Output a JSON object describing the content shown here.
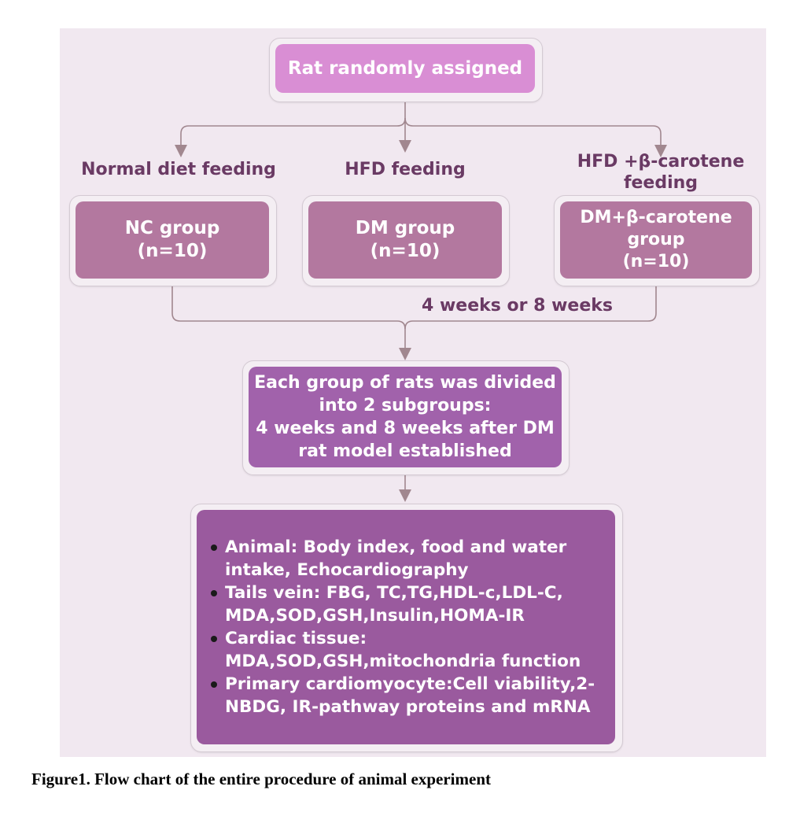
{
  "diagram": {
    "top": {
      "text": "Rat randomly assigned"
    },
    "branches": [
      {
        "label": [
          "Normal diet feeding"
        ],
        "group": [
          "NC group",
          "(n=10)"
        ]
      },
      {
        "label": [
          "HFD feeding"
        ],
        "group": [
          "DM group",
          "(n=10)"
        ]
      },
      {
        "label": [
          "HFD +β-carotene",
          "feeding"
        ],
        "group": [
          "DM+β-carotene",
          "group",
          "(n=10)"
        ]
      }
    ],
    "merge_label": "4 weeks or 8 weeks",
    "subgroup": [
      "Each group of rats was divided",
      "into 2 subgroups:",
      "4 weeks and 8 weeks after DM",
      "rat model established"
    ],
    "outcomes": [
      [
        "Animal: Body index, food and water",
        "intake, Echocardiography"
      ],
      [
        "Tails vein: FBG, TC,TG,HDL-c,LDL-C,",
        "MDA,SOD,GSH,Insulin,HOMA-IR"
      ],
      [
        "Cardiac tissue:",
        "MDA,SOD,GSH,mitochondria function"
      ],
      [
        "Primary cardiomyocyte:Cell viability,2-",
        "NBDG, IR-pathway proteins and mRNA"
      ]
    ],
    "colors": {
      "top": "#d98ed4",
      "group": "#b3789f",
      "subgroup": "#a162ab",
      "outcome": "#9a5a9e",
      "connector": "#a1878f",
      "label": "#6a3a64"
    }
  },
  "caption": "Figure1. Flow chart of the entire procedure of animal experiment"
}
